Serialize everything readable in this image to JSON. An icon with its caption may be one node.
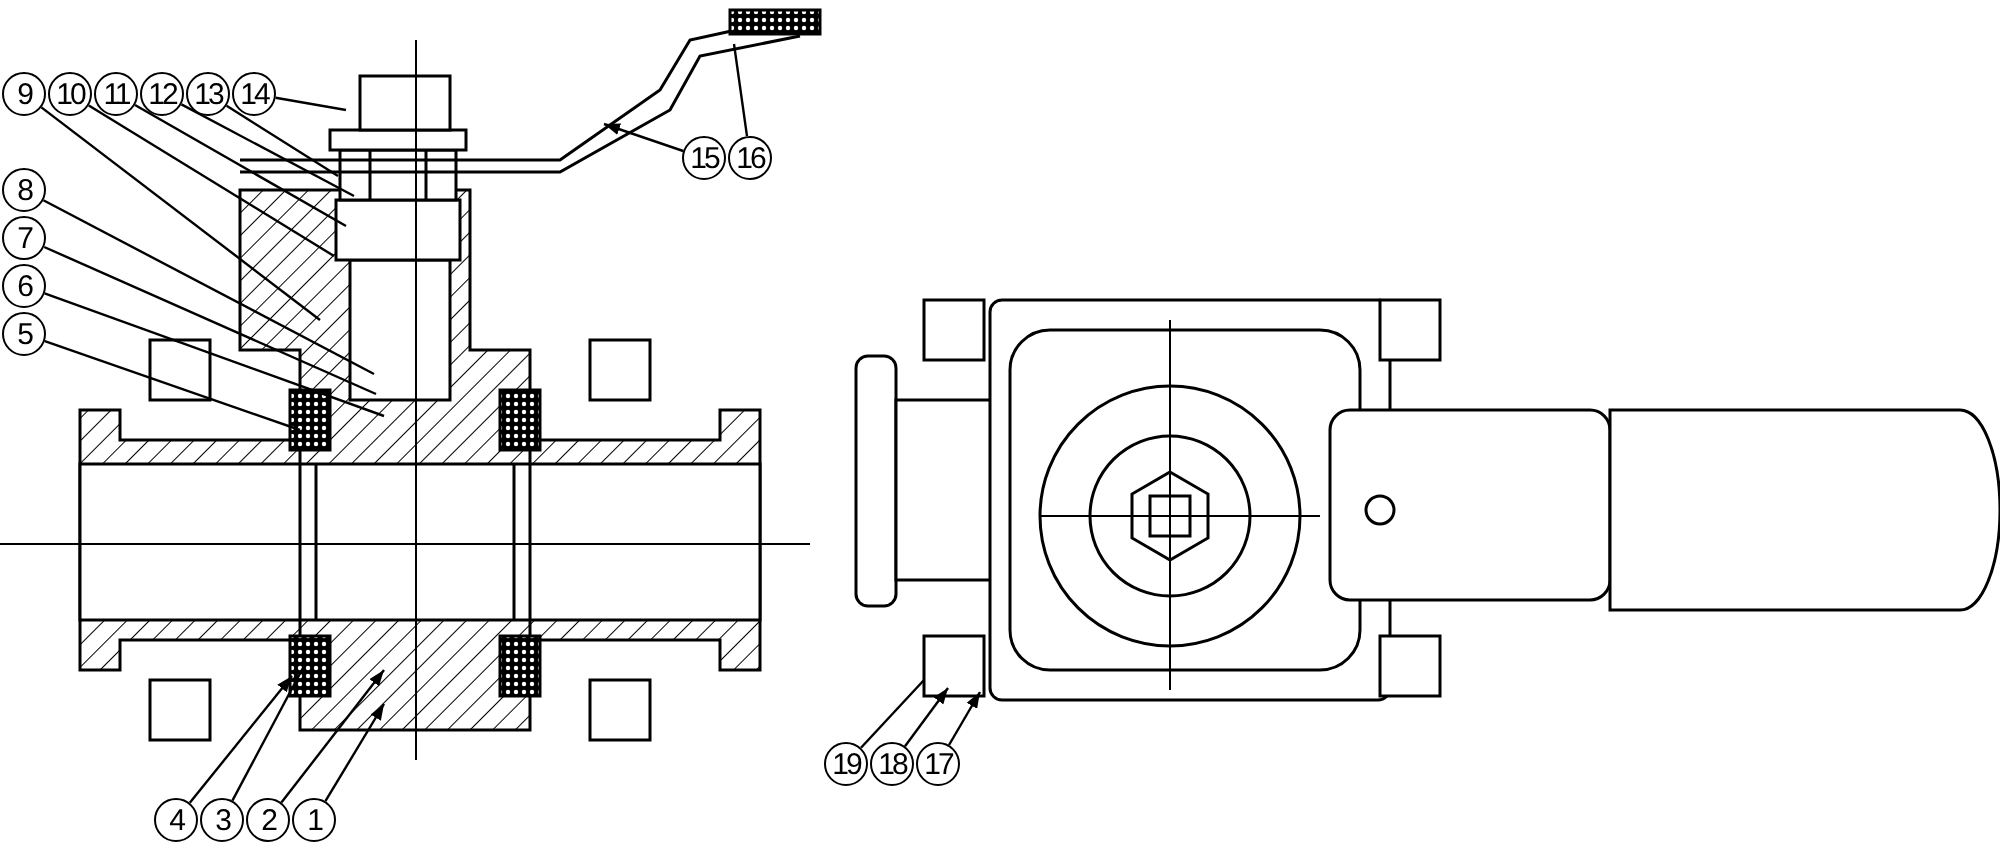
{
  "diagram": {
    "nodes": [
      {
        "text": [
          "9"
        ]
      },
      {
        "text": [
          "10"
        ]
      },
      {
        "text": [
          "11"
        ]
      },
      {
        "text": [
          "12"
        ]
      },
      {
        "text": [
          "13"
        ]
      },
      {
        "text": [
          "14"
        ]
      },
      {
        "text": [
          "15"
        ]
      },
      {
        "text": [
          "16"
        ]
      },
      {
        "text": [
          "8"
        ]
      },
      {
        "text": [
          "7"
        ]
      },
      {
        "text": [
          "6"
        ]
      },
      {
        "text": [
          "5"
        ]
      },
      {
        "text": [
          "4"
        ]
      },
      {
        "text": [
          "3"
        ]
      },
      {
        "text": [
          "2"
        ]
      },
      {
        "text": [
          "1"
        ]
      },
      {
        "text": [
          "19"
        ]
      },
      {
        "text": [
          "18"
        ]
      },
      {
        "text": [
          "17"
        ]
      }
    ],
    "edges": [
      {
        "from": 0,
        "to": null,
        "arrow": "none"
      },
      {
        "from": 1,
        "to": null,
        "arrow": "none"
      },
      {
        "from": 2,
        "to": null,
        "arrow": "none"
      },
      {
        "from": 3,
        "to": null,
        "arrow": "none"
      },
      {
        "from": 4,
        "to": null,
        "arrow": "none"
      },
      {
        "from": 5,
        "to": null,
        "arrow": "none"
      },
      {
        "from": 6,
        "to": null,
        "arrow": "to"
      },
      {
        "from": 7,
        "to": null,
        "arrow": "none"
      },
      {
        "from": 8,
        "to": null,
        "arrow": "none"
      },
      {
        "from": 9,
        "to": null,
        "arrow": "none"
      },
      {
        "from": 10,
        "to": null,
        "arrow": "none"
      },
      {
        "from": 11,
        "to": null,
        "arrow": "none"
      },
      {
        "from": 12,
        "to": null,
        "arrow": "to"
      },
      {
        "from": 13,
        "to": null,
        "arrow": "none"
      },
      {
        "from": 14,
        "to": null,
        "arrow": "to"
      },
      {
        "from": 15,
        "to": null,
        "arrow": "to"
      },
      {
        "from": 16,
        "to": null,
        "arrow": "none"
      },
      {
        "from": 17,
        "to": null,
        "arrow": "to"
      },
      {
        "from": 18,
        "to": null,
        "arrow": "to"
      }
    ]
  }
}
